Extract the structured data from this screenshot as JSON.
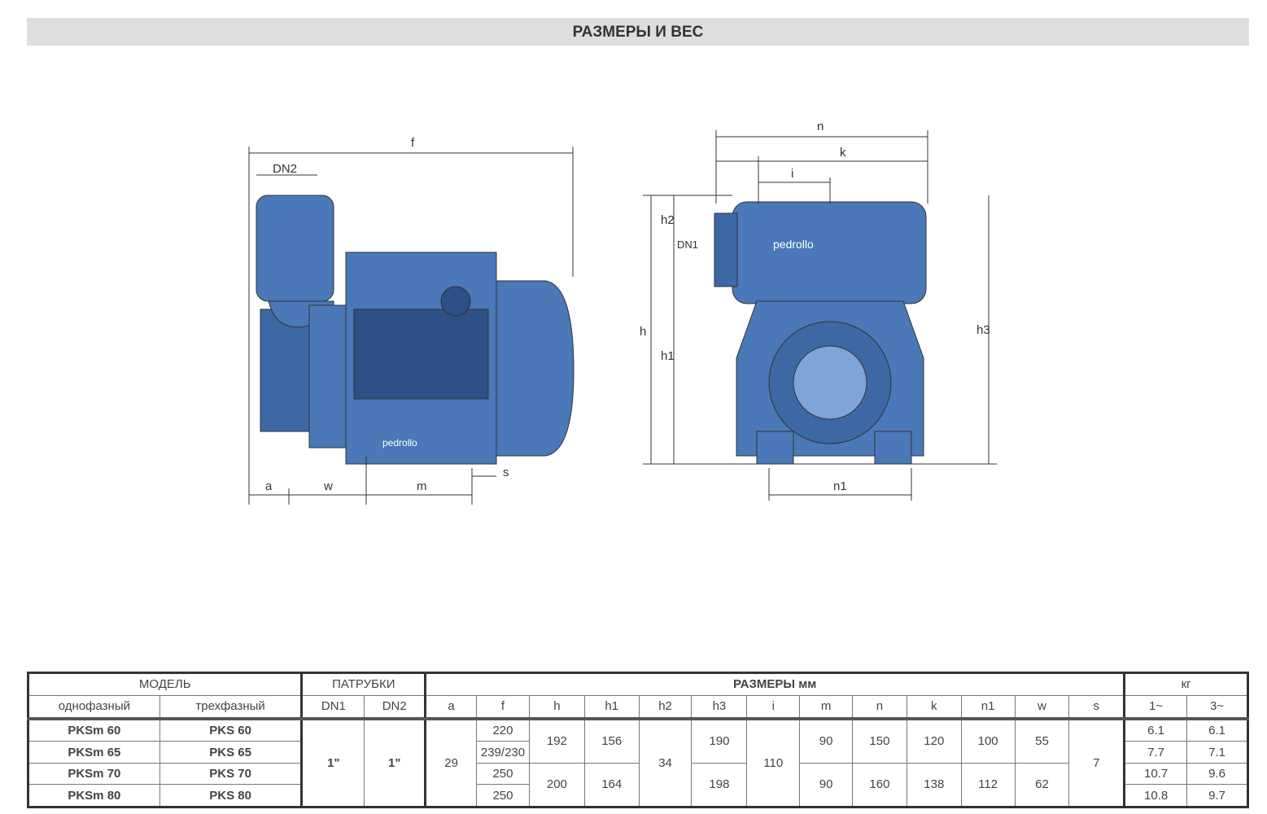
{
  "title": "РАЗМЕРЫ И ВЕС",
  "drawing": {
    "side_labels": {
      "f": "f",
      "dn2": "DN2",
      "a": "a",
      "w": "w",
      "m": "m",
      "s": "s"
    },
    "front_labels": {
      "n": "n",
      "k": "k",
      "i": "i",
      "h2": "h2",
      "dn1": "DN1",
      "h": "h",
      "h1": "h1",
      "h3": "h3",
      "n1": "n1"
    },
    "brand": "pedrollo",
    "colors": {
      "body": "#4a78b8",
      "dark": "#2d4f85",
      "light": "#7ea4d8"
    }
  },
  "table": {
    "model_header": "МОДЕЛЬ",
    "single_phase": "однофазный",
    "three_phase": "трехфазный",
    "ports_header": "ПАТРУБКИ",
    "dn1": "DN1",
    "dn2": "DN2",
    "dims_header": "РАЗМЕРЫ мм",
    "weight_header": "кг",
    "w1": "1~",
    "w3": "3~",
    "dim_cols": [
      "a",
      "f",
      "h",
      "h1",
      "h2",
      "h3",
      "i",
      "m",
      "n",
      "k",
      "n1",
      "w",
      "s"
    ],
    "rows": [
      {
        "m1": "PKSm 60",
        "m3": "PKS 60",
        "f": "220",
        "kg1": "6.1",
        "kg3": "6.1"
      },
      {
        "m1": "PKSm 65",
        "m3": "PKS 65",
        "f": "239/230",
        "kg1": "7.7",
        "kg3": "7.1"
      },
      {
        "m1": "PKSm 70",
        "m3": "PKS 70",
        "f": "250",
        "kg1": "10.7",
        "kg3": "9.6"
      },
      {
        "m1": "PKSm 80",
        "m3": "PKS 80",
        "f": "250",
        "kg1": "10.8",
        "kg3": "9.7"
      }
    ],
    "shared": {
      "dn1": "1\"",
      "dn2": "1\"",
      "a": "29",
      "h2": "34",
      "i": "110",
      "s": "7"
    },
    "group1": {
      "h": "192",
      "h1": "156",
      "h3": "190",
      "m": "90",
      "n": "150",
      "k": "120",
      "n1": "100",
      "w": "55"
    },
    "group2": {
      "h": "200",
      "h1": "164",
      "h3": "198",
      "m": "90",
      "n": "160",
      "k": "138",
      "n1": "112",
      "w": "62"
    }
  }
}
